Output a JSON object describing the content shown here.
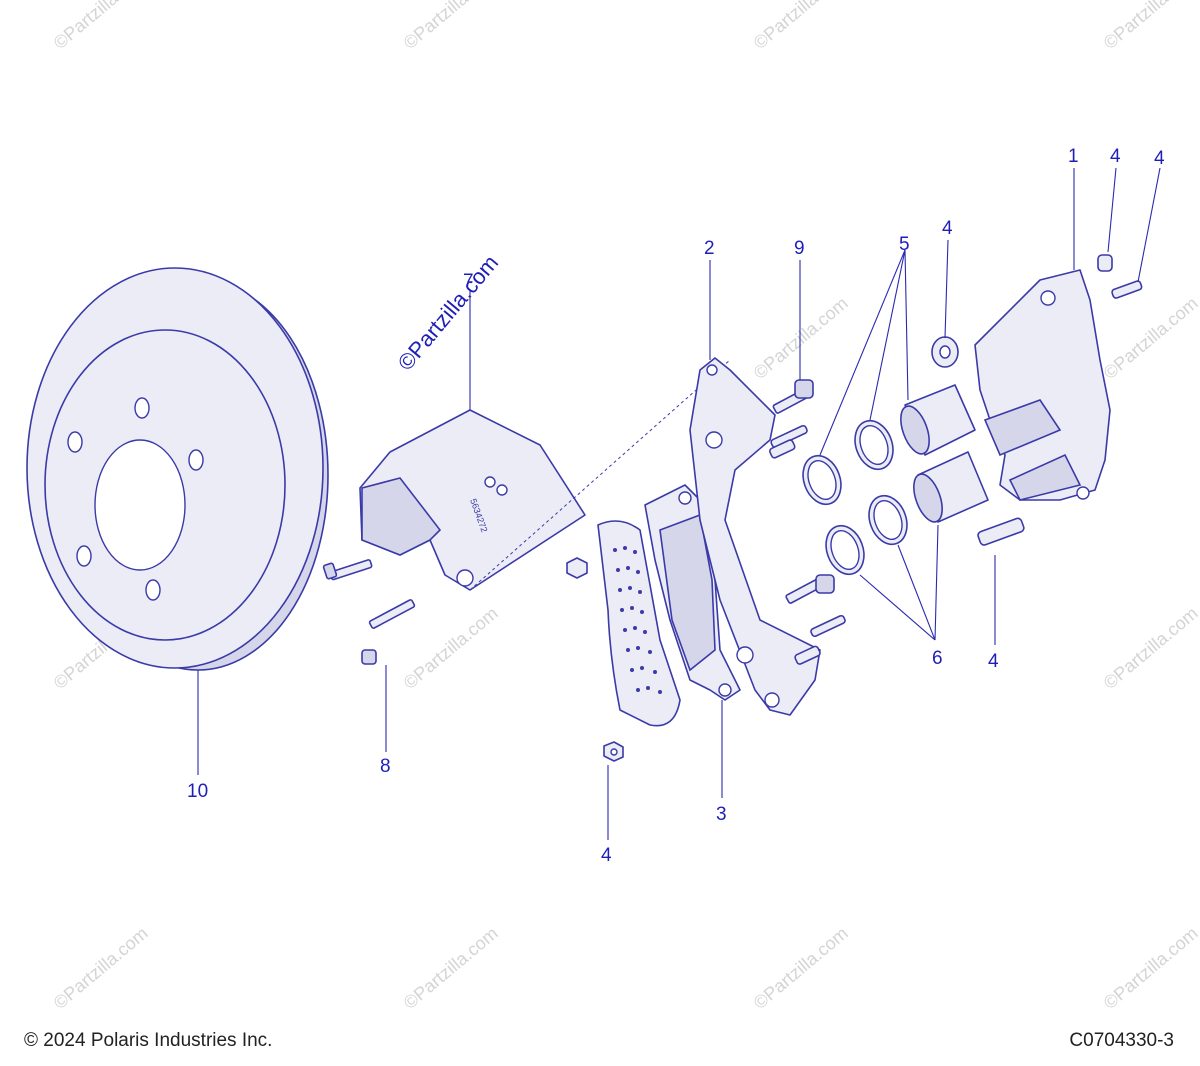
{
  "diagram": {
    "watermark": "©Partzilla.com",
    "callouts": [
      "1",
      "2",
      "3",
      "4",
      "4",
      "4",
      "4",
      "4",
      "5",
      "6",
      "7",
      "8",
      "9",
      "10"
    ],
    "pad_stamp": "5634272"
  },
  "footer": {
    "copyright": "© 2024 Polaris Industries Inc.",
    "code": "C0704330-3"
  }
}
